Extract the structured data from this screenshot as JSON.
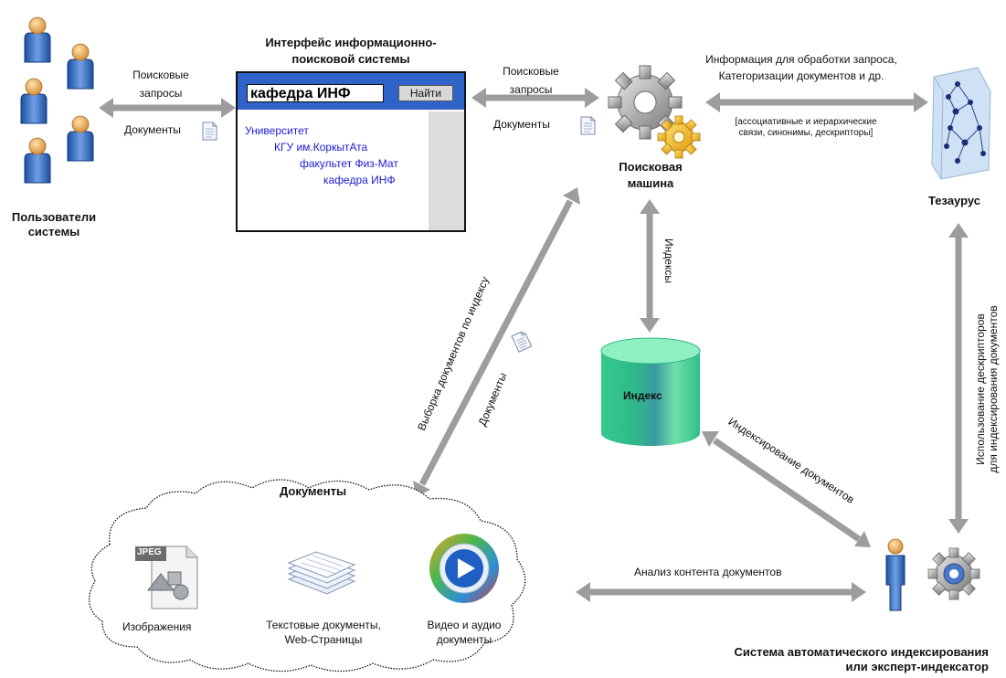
{
  "labels": {
    "users": "Пользователи\nсистемы",
    "queries_left": "Поисковые\nзапросы",
    "documents_left": "Документы",
    "interface_title": "Интерфейс информационно-\nпоисковой системы",
    "queries_mid": "Поисковые\nзапросы",
    "documents_mid": "Документы",
    "search_engine": "Поисковая\nмашина",
    "info_for_processing": "Информация для обработки запроса,\nКатегоризации документов и др.",
    "associations": "[ассоциативные и иерархические\nсвязи, синонимы, дескрипторы]",
    "thesaurus": "Тезаурус",
    "indexes": "Индексы",
    "index": "Индекс",
    "doc_selection": "Выборка документов по индексу",
    "documents_diag": "Документы",
    "indexing_docs": "Индексирование документов",
    "descriptor_use": "Использование дескрипторов\nдля индексирования документов",
    "documents_cloud_title": "Документы",
    "images": "Изображения",
    "text_docs": "Текстовые документы,\nWeb-Страницы",
    "video_audio": "Видео и аудио\nдокументы",
    "content_analysis": "Анализ контента документов",
    "indexing_system": "Система автоматического индексирования\nили эксперт-индексатор",
    "jpeg_tag": "JPEG"
  },
  "search_ui": {
    "query_value": "кафедра ИНФ",
    "button_label": "Найти",
    "results": [
      "Университет",
      "КГУ им.КоркытАта",
      "факультет Физ-Мат",
      "кафедра ИНФ"
    ]
  },
  "icons": {
    "users": "user-person-icon",
    "gears": "gear-icon",
    "thesaurus": "thesaurus-network-icon",
    "index": "database-cylinder-icon",
    "document": "document-page-icon",
    "image_file": "jpeg-file-icon",
    "text_stack": "document-stack-icon",
    "media": "media-player-icon",
    "indexer": "indexer-person-icon"
  },
  "colors": {
    "arrow": "#9d9d9d",
    "ui_bar": "#2f63c8",
    "result_link": "#1a1ad8",
    "cylinder": "#3fcf9a"
  }
}
